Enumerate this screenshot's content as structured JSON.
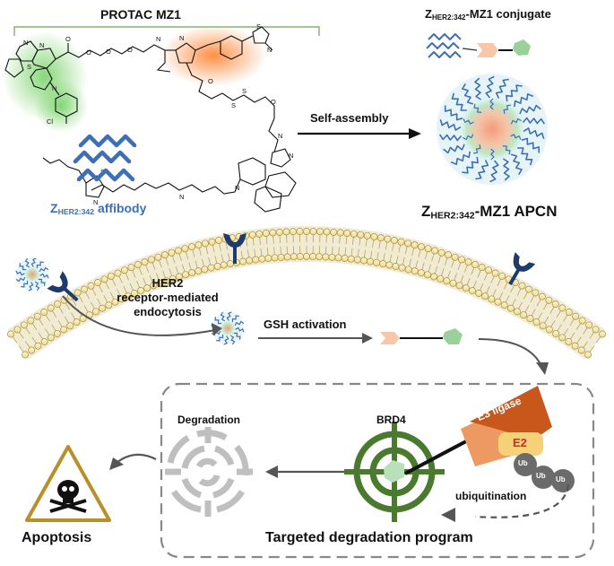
{
  "top": {
    "protac_title": "PROTAC  MZ1",
    "conjugate_title_z": "Z",
    "conjugate_title_sub": "HER2:342",
    "conjugate_title_rest": "-MZ1 conjugate",
    "affibody_z": "Z",
    "affibody_sub": "HER2:342",
    "affibody_rest": "affibody",
    "self_assembly": "Self-assembly",
    "apcn_z": "Z",
    "apcn_sub": "HER2:342",
    "apcn_rest": "-MZ1 APCN",
    "chem_atoms": {
      "cl": "Cl",
      "n": "N",
      "s": "S",
      "o": "O"
    }
  },
  "middle": {
    "endocytosis": [
      "HER2",
      "receptor-mediated",
      "endocytosis"
    ],
    "gsh": "GSH activation"
  },
  "bottom": {
    "degradation": "Degradation",
    "brd4": "BRD4",
    "e3": "E3 ligase",
    "e2": "E2",
    "ub": "Ub",
    "ubiquitination": "ubiquitination",
    "apoptosis": "Apoptosis",
    "program": "Targeted degradation program"
  },
  "colors": {
    "affibody_blue": "#3d6fb6",
    "protac_green": "#6fcf5f",
    "protac_orange": "#f28b4c",
    "brd4_green": "#4a7a2e",
    "e3_orange": "#c8571b",
    "e2_yellow": "#f5d27a",
    "ub_gray": "#6b6b6b",
    "warning_gold": "#b8902a",
    "lipid_head": "#f3e39c",
    "receptor_navy": "#1f3b6b",
    "pentagon_green": "#9ad19a",
    "peach": "#f6c8a8"
  },
  "icons": [
    "warning-skull-icon",
    "target-icon",
    "degradation-target-icon",
    "her2-receptor-icon",
    "micelle-icon"
  ]
}
